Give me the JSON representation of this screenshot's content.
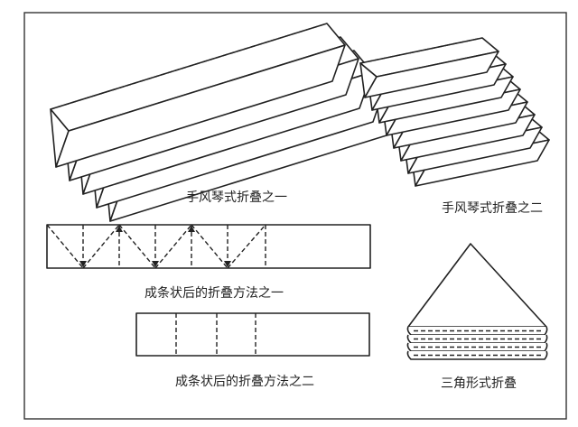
{
  "captions": {
    "accordion_one": "手风琴式折叠之一",
    "accordion_two": "手风琴式折叠之二",
    "strip_one": "成条状后的折叠方法之一",
    "strip_two": "成条状后的折叠方法之二",
    "triangle": "三角形式折叠"
  }
}
